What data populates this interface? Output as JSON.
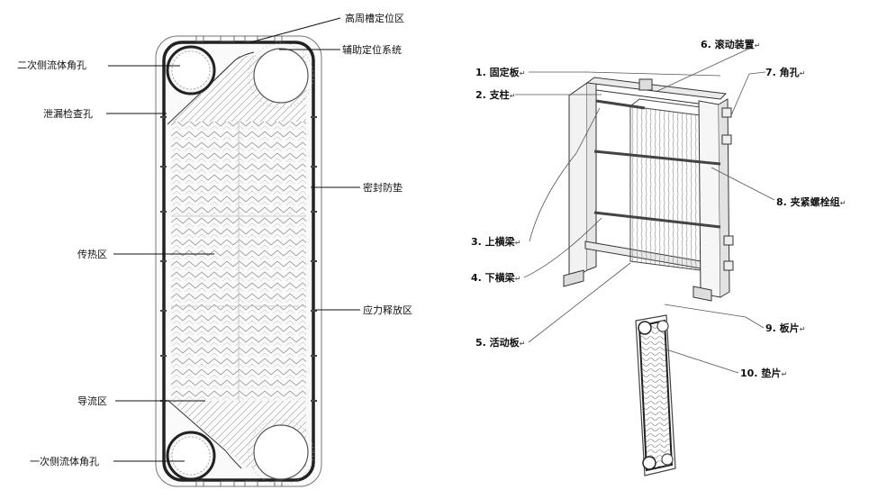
{
  "left_labels": {
    "secondary_port": "二次侧流体角孔",
    "leak_check": "泄漏检查孔",
    "heat_zone": "传热区",
    "distribution": "导流区",
    "primary_port": "一次侧流体角孔",
    "high_groove": "高周槽定位区",
    "aux_locating": "辅助定位系统",
    "gasket": "密封防垫",
    "stress_relief": "应力释放区"
  },
  "right_labels": {
    "fixed_plate": "1. 固定板",
    "column": "2. 支柱",
    "upper_beam": "3. 上横梁",
    "lower_beam": "4. 下横梁",
    "movable_plate": "5. 活动板",
    "roller": "6. 滚动装置",
    "port": "7. 角孔",
    "bolts": "8. 夹紧螺栓组",
    "plates": "9. 板片",
    "gasket_sheet": "10. 垫片"
  },
  "return_mark": "↵"
}
